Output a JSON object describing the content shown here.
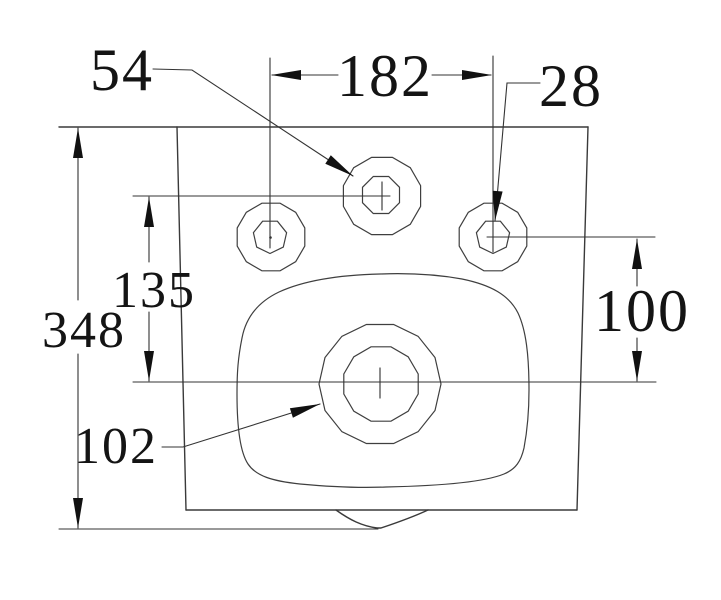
{
  "drawing": {
    "type": "technical-dimension-drawing",
    "labels": {
      "center_hole_diameter": "54",
      "hole_spacing": "182",
      "side_hole_diameter": "28",
      "overall_height": "348",
      "center_hole_to_drain": "135",
      "side_hole_to_drain": "100",
      "drain_diameter": "102"
    },
    "colors": {
      "background": "#ffffff",
      "line": "#3a3a3a",
      "text": "#141414"
    }
  }
}
